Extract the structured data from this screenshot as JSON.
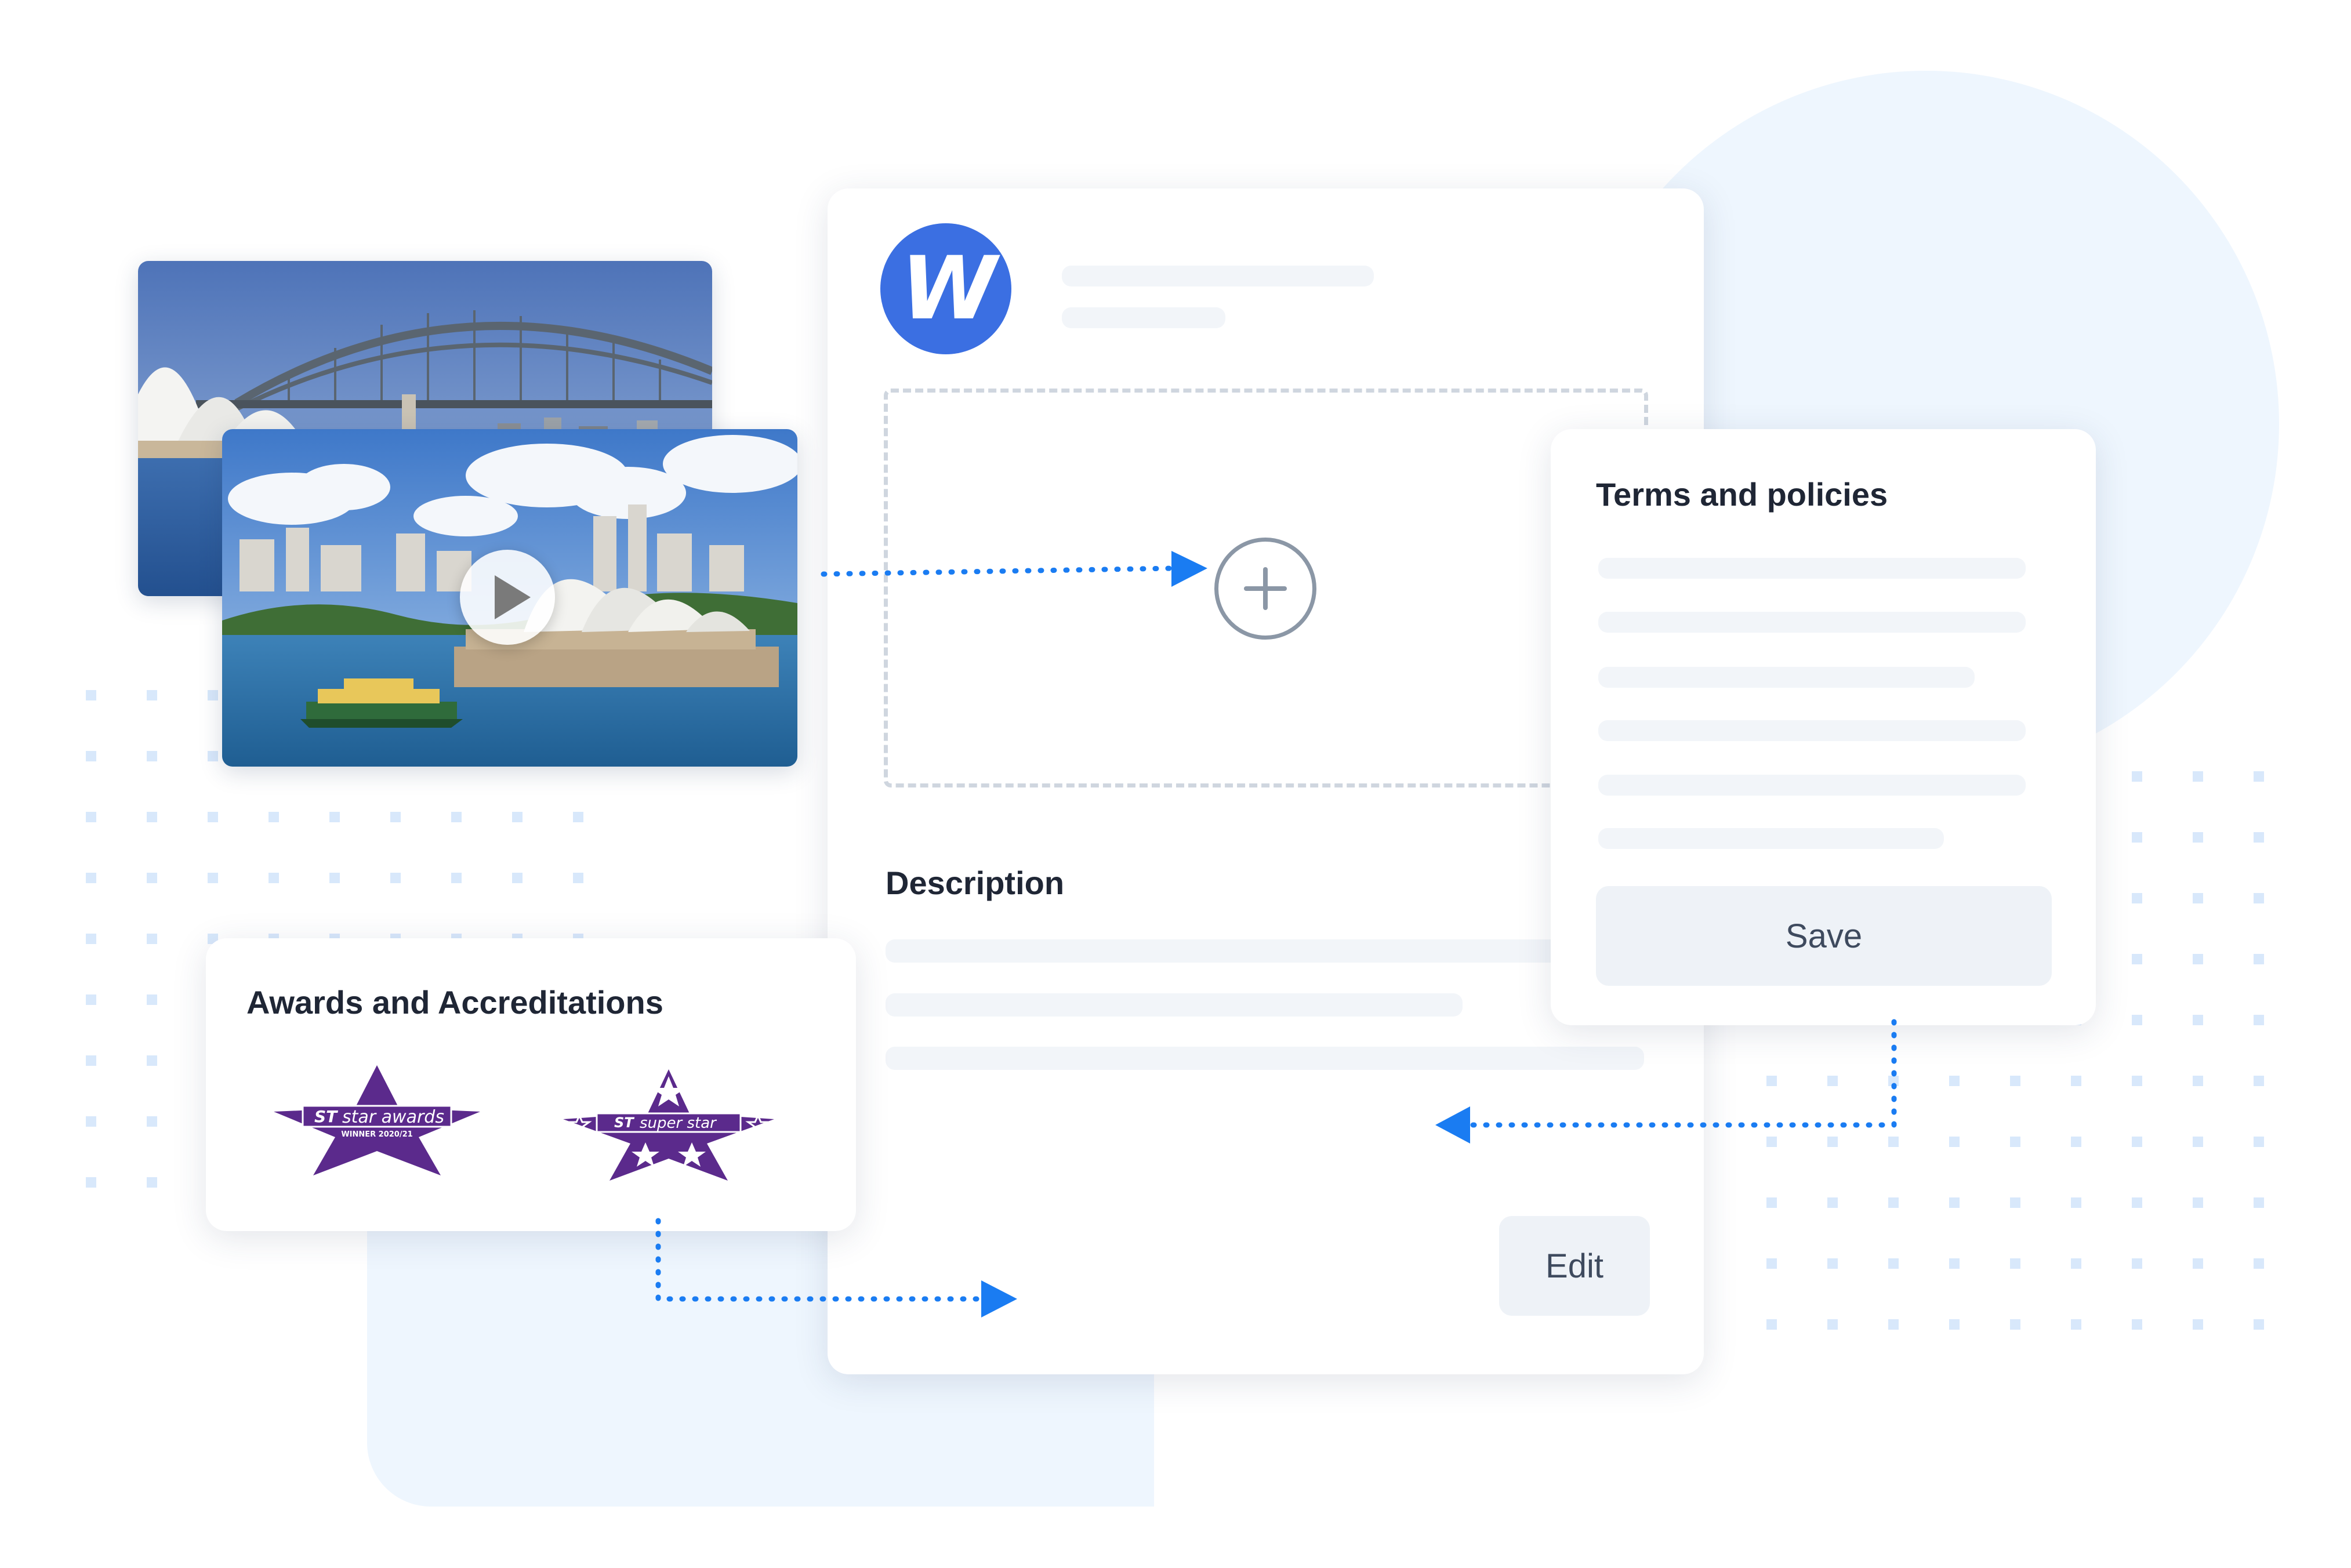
{
  "brand": {
    "logo_letter": "W",
    "logo_color": "#3b6fe2"
  },
  "upload_zone": {
    "icon": "plus-circle-icon"
  },
  "description": {
    "title": "Description"
  },
  "main_card": {
    "edit_label": "Edit"
  },
  "terms": {
    "title": "Terms and policies",
    "save_label": "Save"
  },
  "awards": {
    "title": "Awards and Accreditations",
    "badges": [
      {
        "brand": "ST",
        "name": "star awards",
        "subtitle": "WINNER 2020/21"
      },
      {
        "brand": "ST",
        "name": "super star"
      }
    ]
  },
  "media": {
    "play_icon": "play-icon"
  },
  "colors": {
    "accent": "#1a7cf2",
    "badge_purple": "#5b2a8c",
    "background_tint": "#eef6fe"
  }
}
